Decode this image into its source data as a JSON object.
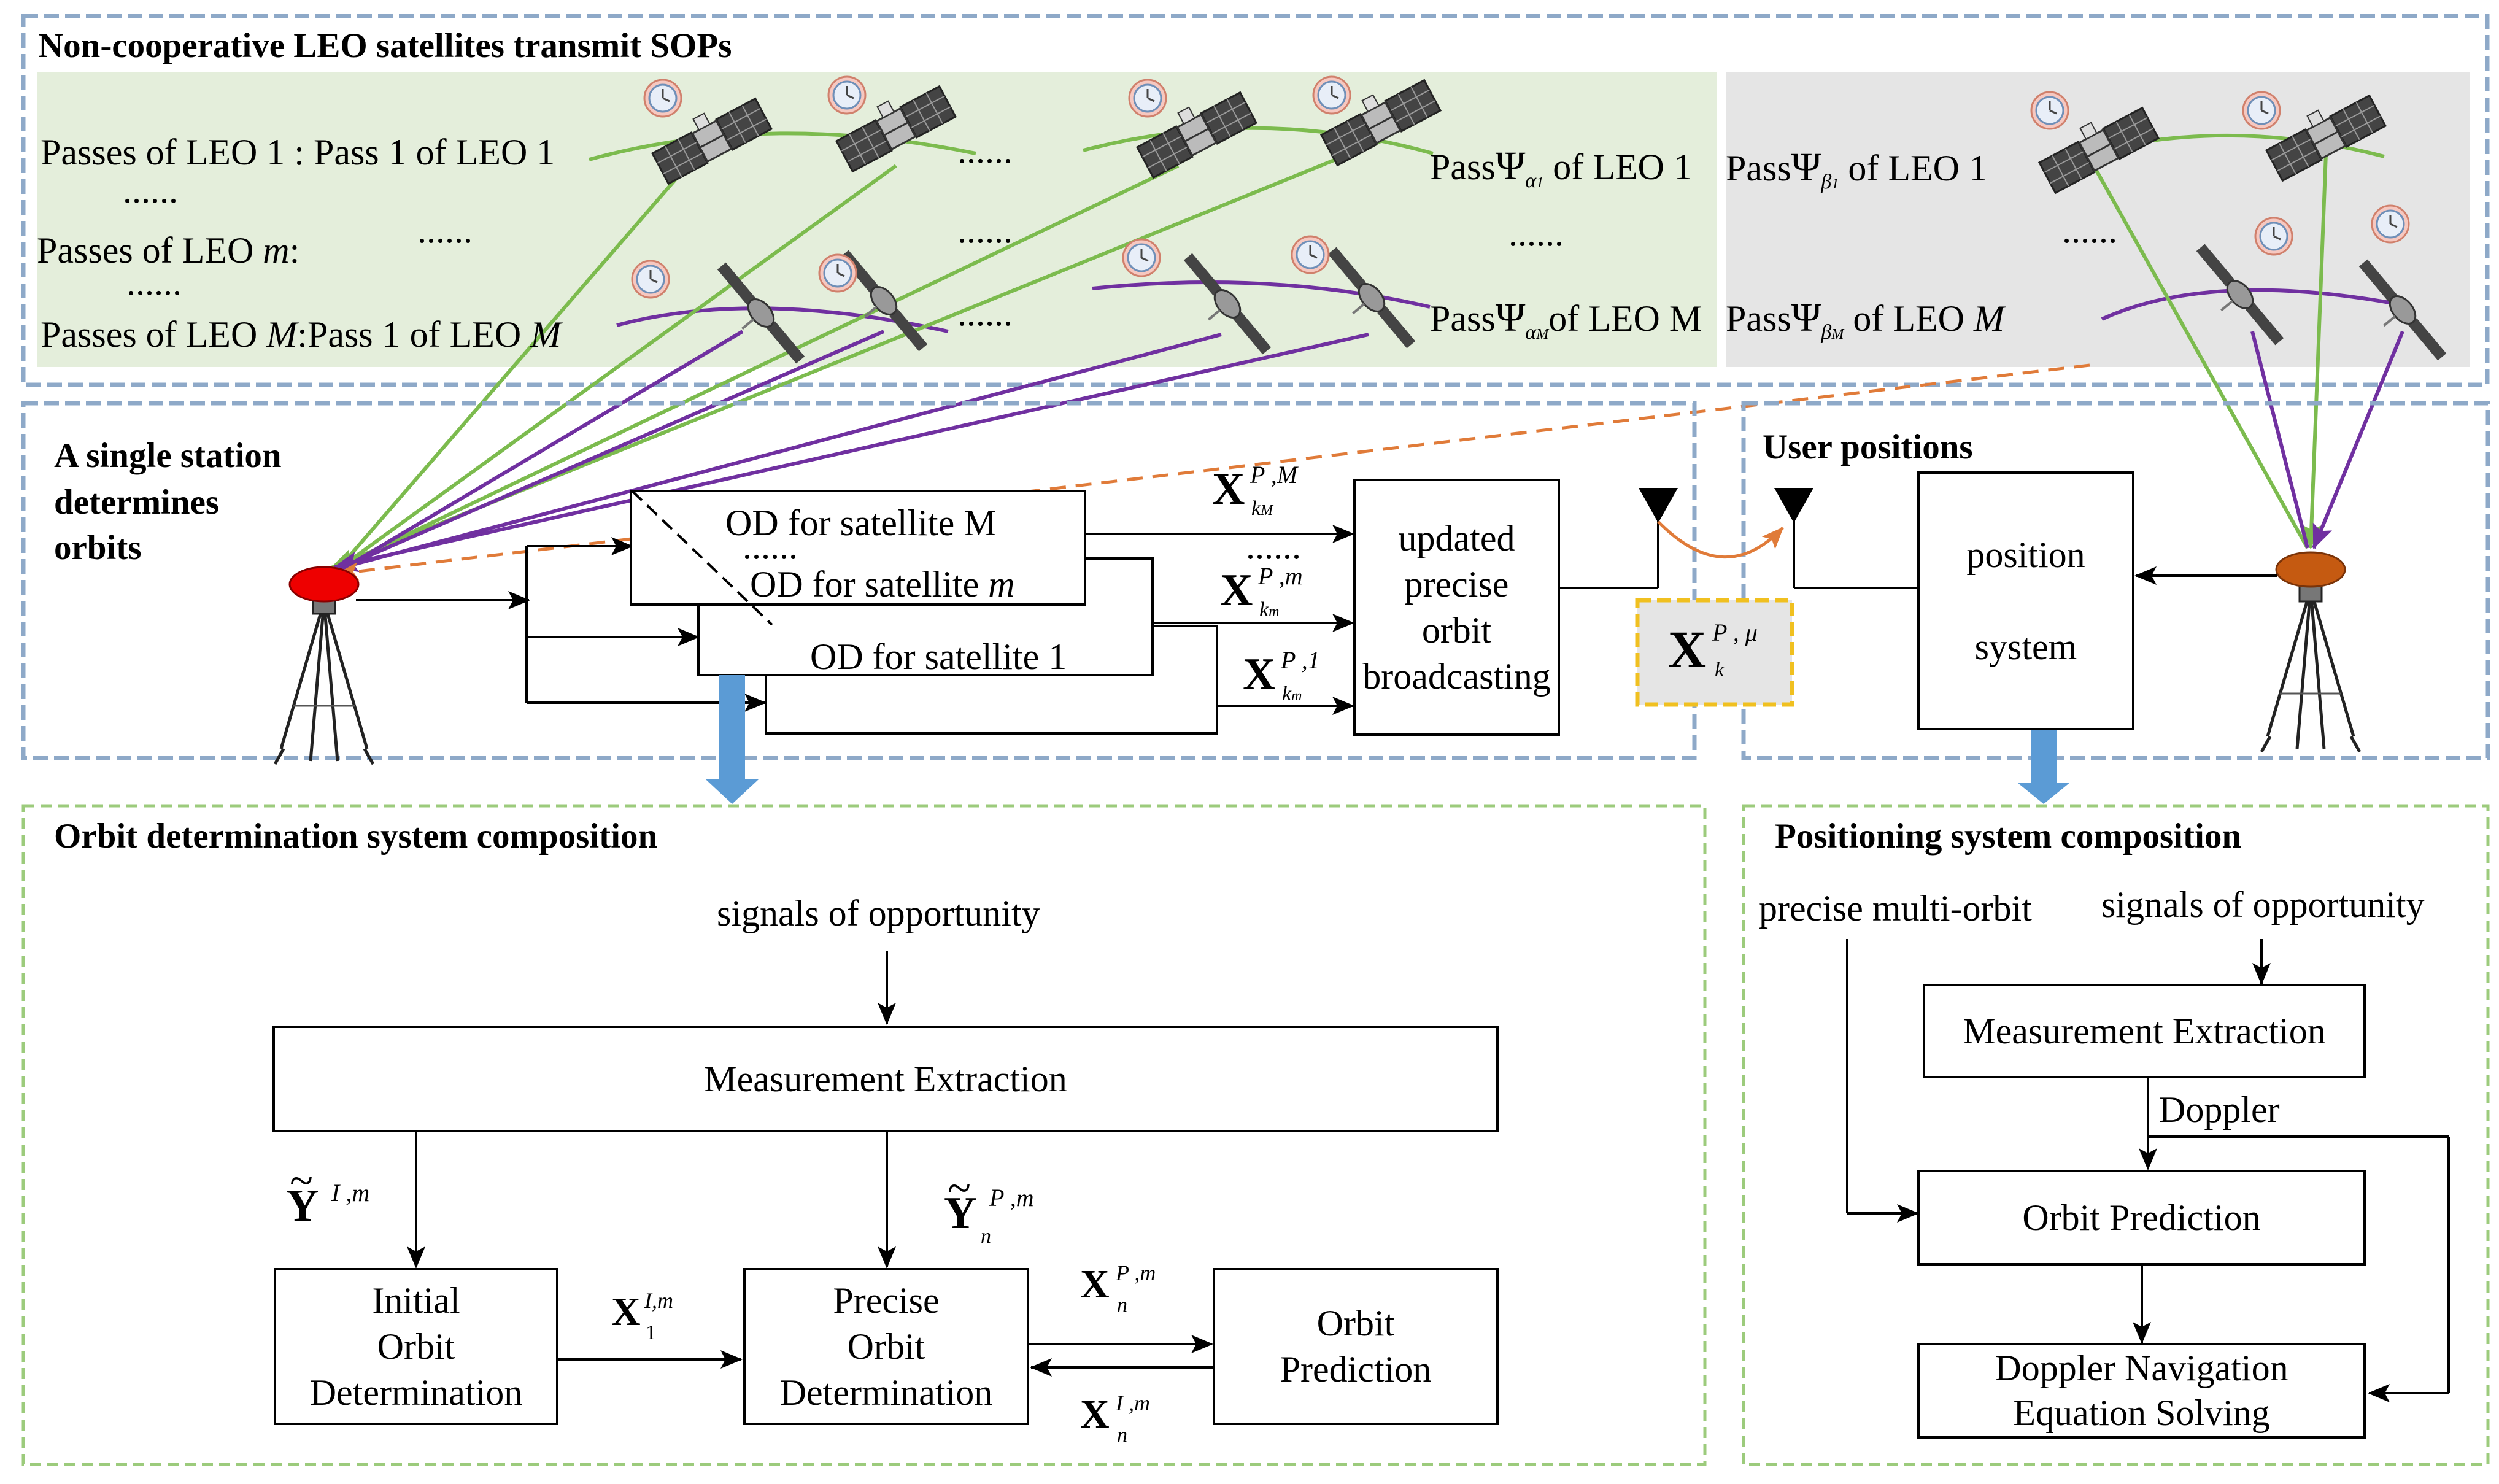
{
  "top_band": {
    "title": "Non-cooperative LEO satellites transmit SOPs",
    "passes_leo1": "Passes of LEO 1 :  Pass  1 of LEO 1",
    "dots_a": "......",
    "passes_leo_m_prefix": "Passes of LEO ",
    "passes_leo_m_var": "m",
    "passes_leo_m_suffix": ":",
    "dots_b": "......",
    "passes_leo_M_prefix": "Passes of LEO ",
    "passes_leo_M_var": "M",
    "passes_leo_M_mid": ":Pass  1 of LEO ",
    "passes_leo_M_end": "M",
    "middle_dots": "......",
    "pass_alpha1_pre": "Pass",
    "pass_alpha1_sub": "α",
    "pass_alpha1_subsub": "1",
    "pass_alpha1_post": "of LEO 1",
    "pass_alphaM_post": "of LEO M",
    "pass_alphaM_subsub": "M",
    "pass_beta1_post": "of LEO 1",
    "pass_beta_sub": "β",
    "pass_beta1_subsub": "1",
    "pass_betaM_post": "of LEO ",
    "pass_betaM_var": "M",
    "pass_betaM_subsub": "M",
    "psi": "Ψ"
  },
  "station_panel": {
    "title_line1": "A single station",
    "title_line2": "determines",
    "title_line3": "orbits",
    "od_M": "OD for satellite M",
    "od_m_prefix": "OD for satellite ",
    "od_m_var": "m",
    "od_1": "OD for satellite 1",
    "od_dots": "......",
    "broadcast": "updated\nprecise\norbit\nbroadcasting",
    "xk_dots": "......",
    "X": "X",
    "sup_PM": "P ,M",
    "sub_kM": "k",
    "sub_kM_sub": "M",
    "sup_Pm": "P ,m",
    "sub_km": "k",
    "sub_km_sub": "m",
    "sup_P1": "P ,1",
    "sup_Pmu": "P , μ",
    "sub_k": "k"
  },
  "user_panel": {
    "title": "User positions",
    "position_system": "position\n\nsystem"
  },
  "od_composition": {
    "title": "Orbit determination system composition",
    "signals": "signals of opportunity",
    "measurement": "Measurement Extraction",
    "initial": "Initial\nOrbit\nDetermination",
    "precise": "Precise\nOrbit\nDetermination",
    "prediction": "Orbit\nPrediction",
    "Y_tilde": "Y",
    "tilde": "~",
    "sup_Im": "I ,m",
    "sup_Pm": "P ,m",
    "sub_n": "n",
    "X": "X",
    "sup_Im2": "I,m",
    "sub_1": "1",
    "sup_Pm2": "P ,m",
    "sup_Im3": "I ,m"
  },
  "pos_composition": {
    "title": "Positioning system composition",
    "precise_multi": "precise multi-orbit",
    "signals": "signals of opportunity",
    "measurement": "Measurement Extraction",
    "doppler": "Doppler",
    "prediction": "Orbit Prediction",
    "nav": "Doppler Navigation\nEquation Solving"
  },
  "colors": {
    "panel_border": "#8ea9c8",
    "green_dashed": "#9ccb7c",
    "green_fill": "#e4eedb",
    "gray_fill": "#e5e5e5",
    "green_line": "#7cbb4e",
    "purple_line": "#7030a0",
    "orange_dashed": "#e07b39",
    "orange_box_border": "#f0c020",
    "blue_arrow": "#5b9bd5",
    "station_red": "#ee0000",
    "user_orange": "#c55a11"
  },
  "icons": [
    "clock-icon",
    "satellite-icon",
    "tripod-antenna-icon",
    "receiver-antenna-icon"
  ]
}
